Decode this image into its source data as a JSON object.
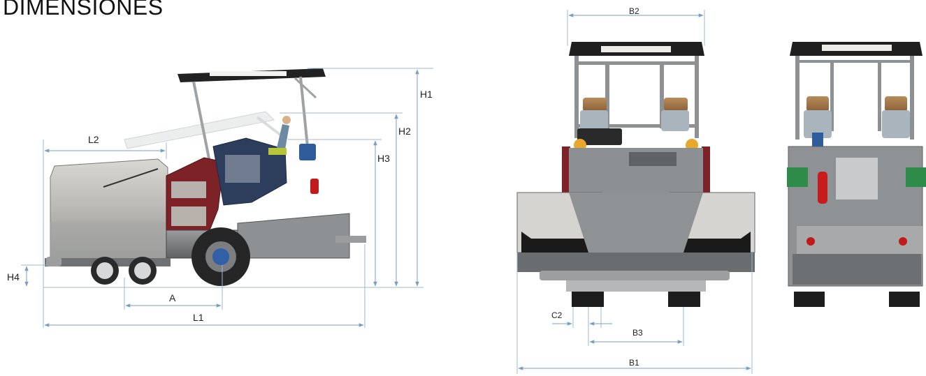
{
  "title": "DIMENSIONES",
  "labels": {
    "L2": "L2",
    "H1": "H1",
    "H2": "H2",
    "H3": "H3",
    "H4": "H4",
    "A": "A",
    "L1": "L1",
    "B2": "B2",
    "C2": "C2",
    "B3": "B3",
    "B1": "B1"
  }
}
